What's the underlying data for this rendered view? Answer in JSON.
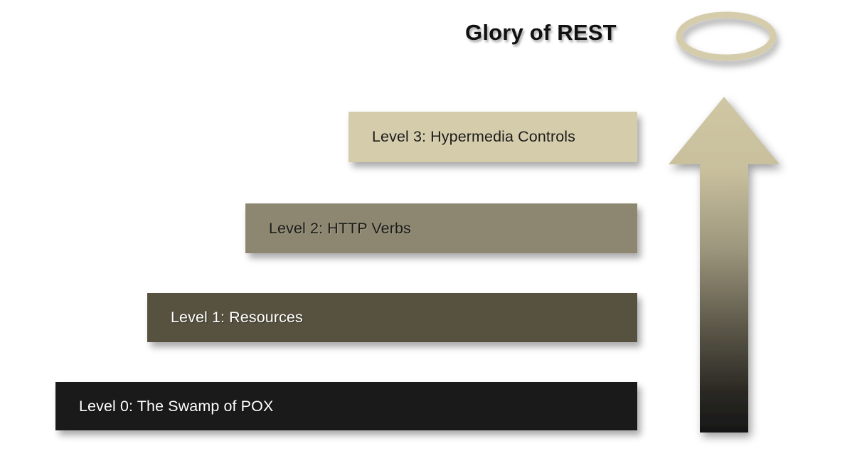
{
  "diagram": {
    "title": "Glory of REST",
    "halo_icon": "halo-ring-icon",
    "arrow_icon": "up-arrow-icon",
    "background_color": "#ffffff",
    "colors": {
      "halo": "#d5ccab",
      "arrow_top": "#cfc6a4",
      "arrow_bottom": "#171717",
      "title_text": "#111111"
    },
    "levels": [
      {
        "id": "level-3",
        "label": "Level 3: Hypermedia Controls",
        "fill": "#d5ccab",
        "text_color": "#1b1b18"
      },
      {
        "id": "level-2",
        "label": "Level 2: HTTP Verbs",
        "fill": "#8d8771",
        "text_color": "#1b1b18"
      },
      {
        "id": "level-1",
        "label": "Level 1: Resources",
        "fill": "#57523f",
        "text_color": "#ffffff"
      },
      {
        "id": "level-0",
        "label": "Level 0: The Swamp of POX",
        "fill": "#1a1a1a",
        "text_color": "#ffffff"
      }
    ]
  }
}
